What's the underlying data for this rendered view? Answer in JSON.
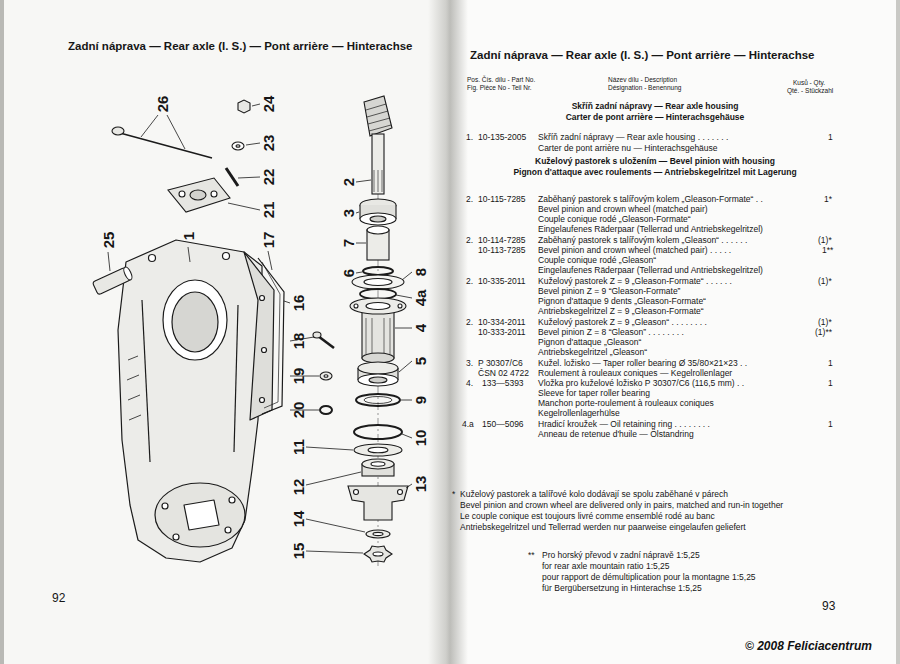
{
  "diagram": {
    "labels": [
      "Zadní náprava — Rear axle (I. S.) — Pont arrière — Hinterachse",
      "26",
      "24",
      "23",
      "22",
      "21",
      "25",
      "1",
      "17",
      "16",
      "18",
      "19",
      "20",
      "11",
      "12",
      "14",
      "15",
      "2",
      "3",
      "7",
      "6",
      "8",
      "4a",
      "4",
      "5",
      "9",
      "10",
      "13",
      "92",
      "Zadní náprava — Rear axle (I. S.) — Pont arrière — Hinterachse",
      "Pos. Čís. dílu - Part No.",
      "Fig. Pièce No - Teil Nr.",
      "Název dílu - Description",
      "Désignation - Benennung",
      "Kusů - Qty.",
      "Qté. - Stückzahl",
      "Skříň zadní nápravy — Rear axle housing",
      "Carter de pont arrière — Hinterachsgehäuse",
      "1.",
      "10-135-2005",
      "Skříň zadní nápravy — Rear axle housing . . . . . . .",
      "1",
      "Carter de pont arrière nu — Hinterachsgehäuse",
      "Kuželový pastorek s uložením — Bevel pinion with housing",
      "Pignon d'attaque avec roulements — Antriebskegelritzel mit Lagerung",
      "2.",
      "10-115-7285",
      "Zaběhaný pastorek s talířovým kolem „Gleason-Formate“ . .",
      "1*",
      "Bevel pinion and crown wheel (matched pair)",
      "Couple conique rodé „Gleason-Formate“",
      "Eingelaufenes Räderpaar (Tellerrad und Antriebskegelritzel)",
      "2.",
      "10-114-7285",
      "Zaběhaný pastorek s talířovým kolem „Gleason“ . . . . . .",
      "(1)*",
      "10-113-7285",
      "Bevel pinion and crown wheel (matched pair) . . . . .",
      "1**",
      "Couple conique rodé „Gleason“",
      "Eingelaufenes Räderpaar (Tellerrad und Antriebskegelritzel)",
      "2.",
      "10-335-2011",
      "Kuželový pastorek Z = 9 „Gleason-Formate“ . . . . . .",
      "(1)*",
      "Bevel pinion Z = 9 “Gleason-Formate”",
      "Pignon d'attaque 9 dents „Gleason-Formate“",
      "Antriebskegelritzel Z = 9 „Gleason-Formate“",
      "2.",
      "10-334-2011",
      "Kuželový pastorek Z = 9 „Gleason“ . . . . . . . .",
      "(1)*",
      "10-333-2011",
      "Bevel pinion Z = 8 “Gleason” . . . . . . . .",
      "(1)**",
      "Pignon d'attaque „Gleason“",
      "Antriebskegelritzel „Gleason“",
      "3.",
      "P 30307/C6",
      "Kužel. ložisko — Taper roller bearing Ø 35/80×21×23 . .",
      "1",
      "ČSN 02 4722",
      "Roulement à rouleaux coniques — Kegelrollenlager",
      "4.",
      "133—5393",
      "Vložka pro kuželové ložisko P 30307/C6 (116,5 mm) . .",
      "1",
      "Sleeve for taper roller bearing",
      "Manchon porte-roulement à rouleaux coniques",
      "Kegelrollenlagerhülse",
      "4.a",
      "150—5096",
      "Hradicí kroužek — Oil retaining ring . . . . . . . .",
      "1",
      "Anneau de retenue d'huile — Ölstandring",
      "*",
      "Kuželový pastorek a talířové kolo dodávají se spolu zaběhané v párech",
      "Bevel pinion and crown wheel are delivered only in pairs, matched and run-in together",
      "Le couple conique est toujours livré comme ensemblé rodé au banc",
      "Antriebskegelritzel und Tellerrad werden nur paarweise eingelaufen geliefert",
      "**",
      "Pro horský převod v zadní nápravě 1:5,25",
      "for rear axle mountain ratio 1:5,25",
      "pour rapport de démultiplication pour la montagne 1:5,25",
      "für Bergübersetzung in Hinterachse 1:5,25",
      "93",
      "© 2008 Feliciacentrum"
    ]
  }
}
